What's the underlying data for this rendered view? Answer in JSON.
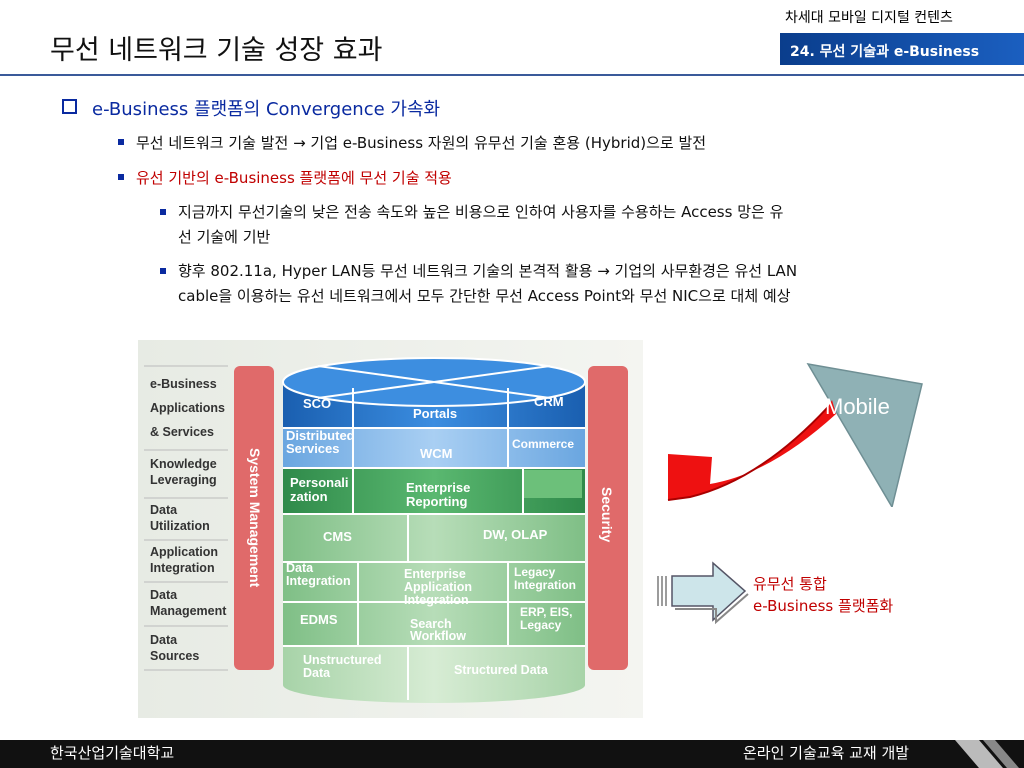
{
  "header": {
    "title": "무선 네트워크 기술 성장 효과",
    "course": "차세대 모바일 디지털 컨텐츠",
    "chapter": "24. 무선 기술과 e-Business"
  },
  "content": {
    "heading": "e-Business 플랫폼의 Convergence 가속화",
    "points": [
      {
        "text": "무선 네트워크 기술 발전 → 기업 e-Business 자원의 유무선 기술 혼용 (Hybrid)으로 발전"
      },
      {
        "text": "유선 기반의 e-Business 플랫폼에 무선 기술 적용"
      }
    ],
    "subpoints": [
      {
        "line1": "지금까지 무선기술의 낮은 전송 속도와 높은 비용으로 인하여 사용자를 수용하는 Access 망은 유",
        "line2": "선 기술에 기반"
      },
      {
        "line1": "향후 802.11a, Hyper LAN등 무선 네트워크 기술의 본격적 활용 → 기업의 사무환경은 유선 LAN",
        "line2": "cable을 이용하는 유선 네트워크에서 모두 간단한 무선 Access Point와 무선 NIC으로 대체 예상"
      }
    ]
  },
  "diagram": {
    "left_labels": [
      [
        "e-Business",
        "Applications",
        "& Services"
      ],
      [
        "Knowledge",
        "Leveraging"
      ],
      [
        "Data",
        "Utilization"
      ],
      [
        "Application",
        "Integration"
      ],
      [
        "Data",
        "Management"
      ],
      [
        "Data",
        "Sources"
      ]
    ],
    "left_bar": "System Management",
    "right_bar": "Security",
    "cells": {
      "sco": "SCO",
      "portals": "Portals",
      "crm": "CRM",
      "distributed": [
        "Distributed",
        "Services"
      ],
      "wcm": "WCM",
      "commerce": "Commerce",
      "personalization": [
        "Personali",
        "zation"
      ],
      "enterprise_reporting": [
        "Enterprise",
        "Reporting"
      ],
      "cms": "CMS",
      "dw_olap": "DW, OLAP",
      "data_integration": [
        "Data",
        "Integration"
      ],
      "eai": [
        "Enterprise",
        "Application",
        "Integration"
      ],
      "legacy_integration": [
        "Legacy",
        "Integration"
      ],
      "edms": "EDMS",
      "search_workflow": [
        "Search",
        "Workflow"
      ],
      "erp": [
        "ERP, EIS,",
        "Legacy"
      ],
      "unstructured": [
        "Unstructured",
        "Data"
      ],
      "structured": "Structured Data"
    },
    "mobile_label": "Mobile",
    "result_line1": "유무선 통합",
    "result_line2": "e-Business 플랫폼화"
  },
  "footer": {
    "left": "한국산업기술대학교",
    "right": "온라인 기술교육 교재 개발"
  },
  "colors": {
    "accent": "#0a2aa0",
    "highlight": "#c00000",
    "cylinder_blue": "#1f6fc4",
    "cylinder_green": "#3f9a5a",
    "side_bar": "#e06a6a"
  }
}
